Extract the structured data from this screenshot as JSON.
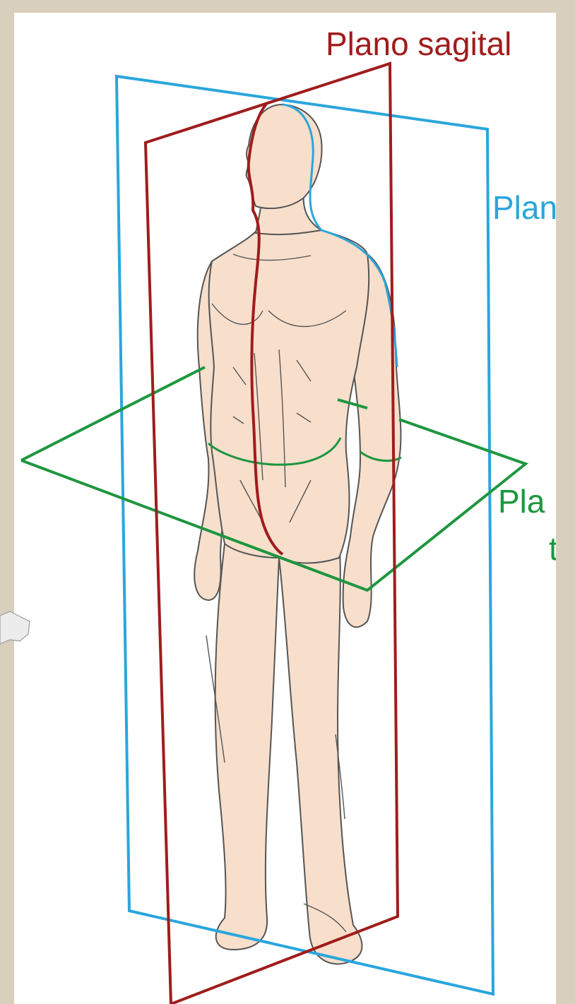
{
  "labels": {
    "sagittal": "Plano sagital",
    "frontal_partial": "Plan",
    "transverse_partial": "Pla",
    "transverse_partial_2": "t"
  },
  "colors": {
    "background": "#d8cfbd",
    "panel": "#ffffff",
    "sagittal_plane": "#a01c1c",
    "frontal_plane": "#2aa6dc",
    "transverse_plane": "#1e9640",
    "skin": "#f7dfcc",
    "outline": "#555555"
  }
}
